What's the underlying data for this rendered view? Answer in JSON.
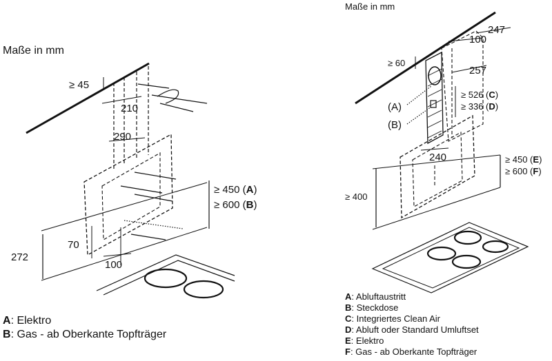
{
  "left": {
    "title": "Maße in mm",
    "dims": {
      "d45": "≥ 45",
      "d210": "210",
      "d290": "290",
      "d450": "≥ 450 (",
      "d450_key": "A",
      "d600": "≥ 600 (",
      "d600_key": "B",
      "close": ")",
      "d272": "272",
      "d70": "70",
      "d100": "100"
    },
    "legend": [
      {
        "key": "A",
        "text": ": Elektro"
      },
      {
        "key": "B",
        "text": ": Gas - ab Oberkante Topfträger"
      }
    ]
  },
  "right": {
    "title": "Maße in mm",
    "dims": {
      "d247": "247",
      "d100": "100",
      "d60": "≥ 60",
      "d257": "257",
      "markA": "(A)",
      "markB": "(B)",
      "d526": "≥ 526 (",
      "d526_key": "C",
      "d336": "≥ 336 (",
      "d336_key": "D",
      "close": ")",
      "d240": "240",
      "d450": "≥ 450 (",
      "d450_key": "E",
      "d600": "≥ 600 (",
      "d600_key": "F",
      "d400": "≥ 400"
    },
    "legend": [
      {
        "key": "A",
        "text": ": Abluftaustritt"
      },
      {
        "key": "B",
        "text": ": Steckdose"
      },
      {
        "key": "C",
        "text": ": Integriertes Clean Air"
      },
      {
        "key": "D",
        "text": ": Abluft oder Standard Umluftset"
      },
      {
        "key": "E",
        "text": ": Elektro"
      },
      {
        "key": "F",
        "text": ": Gas - ab Oberkante Topfträger"
      }
    ]
  }
}
